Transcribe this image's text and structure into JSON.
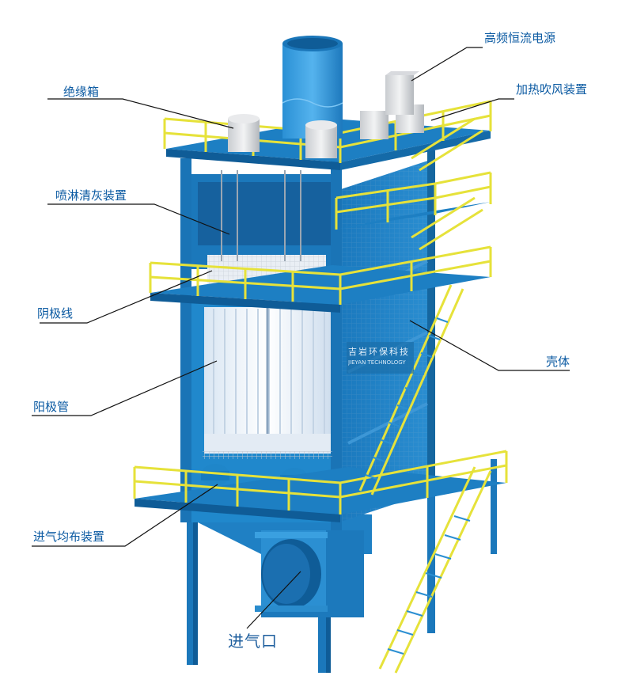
{
  "labels": {
    "power_supply": "高频恒流电源",
    "heating_blower": "加热吹风装置",
    "insulation_box": "绝缘箱",
    "spray_cleaning": "喷淋清灰装置",
    "cathode_wire": "阴极线",
    "shell": "壳体",
    "anode_tube": "阳极管",
    "inlet_distribution": "进气均布装置",
    "air_inlet": "进气口"
  },
  "brand": {
    "cn": "吉岩环保科技",
    "en": "JIEYAN TECHNOLOGY"
  },
  "colors": {
    "steel_blue": "#1f7fc4",
    "steel_dark": "#0f5c97",
    "steel_light": "#3aa0e0",
    "railing_yellow": "#e6e23a",
    "tube_white": "#eef4fb",
    "label_text": "#0b5aa2"
  }
}
